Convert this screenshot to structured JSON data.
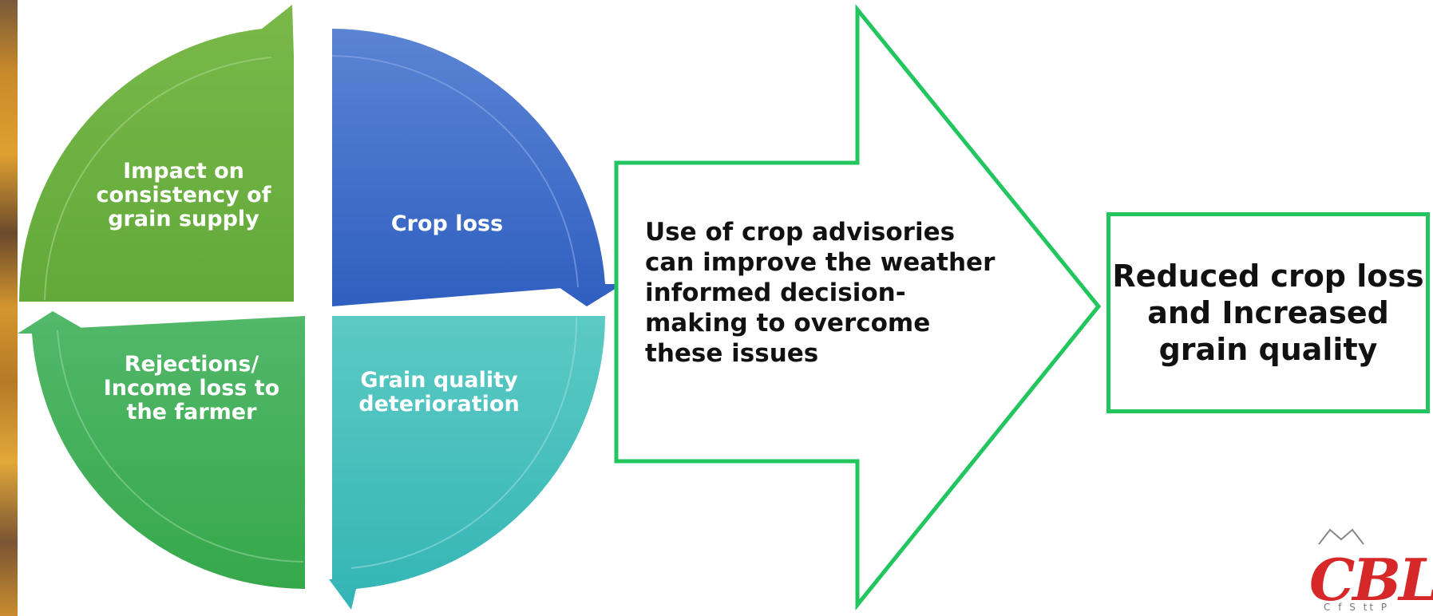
{
  "cycle": {
    "top_left": "Impact on consistency of grain supply",
    "top_right": "Crop loss",
    "bottom_right": "Grain quality deterioration",
    "bottom_left": "Rejections/ Income loss to the farmer"
  },
  "arrow_text": "Use of crop advisories can improve the weather informed decision-making to overcome these issues",
  "result": "Reduced crop loss and Increased grain quality",
  "logo": {
    "text": "CBL",
    "subtext": "C  f  S  tt  P"
  },
  "colors": {
    "green_border": "#22c55e",
    "crop_loss": "#3f6fcf",
    "grain_quality": "#3fbfbd",
    "impact": "#6fb23f",
    "rejections": "#3fae5a"
  }
}
